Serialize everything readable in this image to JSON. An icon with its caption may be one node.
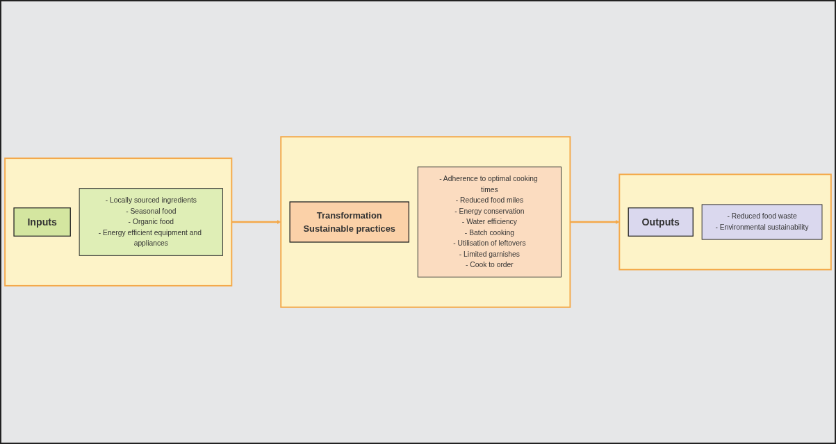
{
  "diagram": {
    "nodes": [
      {
        "text": [],
        "shape": "box"
      },
      {
        "text": [
          "Inputs"
        ],
        "in": 0
      },
      {
        "text": [
          "- Locally sourced ingredients",
          "- Seasonal food",
          "- Organic food",
          "- Energy efficient equipment and appliances"
        ],
        "in": 0
      },
      {
        "text": [],
        "shape": "box"
      },
      {
        "text": [
          "Transformation",
          "Sustainable practices"
        ],
        "in": 3
      },
      {
        "text": [
          "- Adherence to optimal cooking times",
          "- Reduced food miles",
          "- Energy conservation",
          "- Water efficiency",
          "- Batch cooking",
          "- Utilisation of leftovers",
          "- Limited garnishes",
          "- Cook to order"
        ],
        "in": 3
      },
      {
        "text": [],
        "shape": "box"
      },
      {
        "text": [
          "Outputs"
        ],
        "in": 6
      },
      {
        "text": [
          "- Reduced food waste",
          "- Environmental sustainability"
        ],
        "in": 6
      }
    ],
    "edges": [
      {
        "from": 0,
        "to": 3,
        "arrow": "to"
      },
      {
        "from": 3,
        "to": 6,
        "arrow": "to"
      }
    ]
  }
}
